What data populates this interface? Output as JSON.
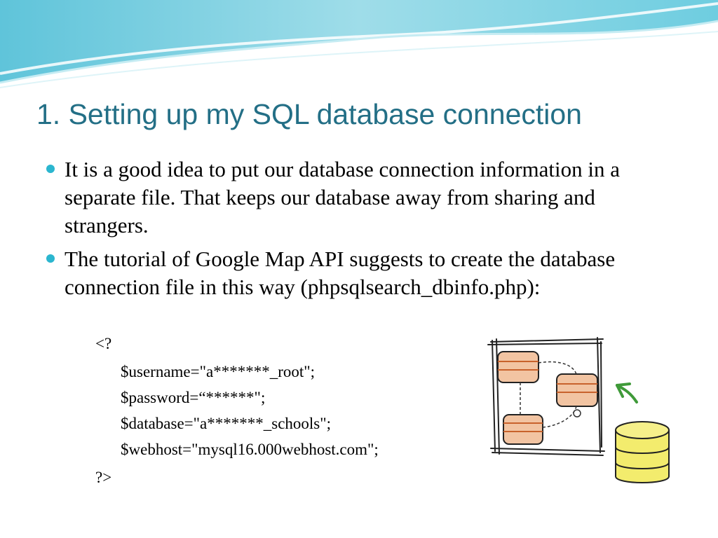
{
  "slide": {
    "title": "1. Setting up my SQL database connection",
    "bullets": [
      {
        "text": "It is a good idea to put our database connection information in a separate file. That keeps our database away from sharing and strangers."
      },
      {
        "text": "The tutorial of Google Map API suggests to create the database connection file in this way (phpsqlsearch_dbinfo.php):"
      }
    ],
    "code": {
      "open_tag": "<?",
      "lines": [
        "$username=\"a*******_root\";",
        "$password=“******\";",
        "$database=\"a*******_schools\";",
        "$webhost=\"mysql16.000webhost.com\";"
      ],
      "close_tag": "?>"
    },
    "clipart": {
      "name": "database-diagram-illustration"
    }
  },
  "colors": {
    "title": "#236f86",
    "bullet": "#2bb6cf",
    "table_fill": "#f2c4a2",
    "table_stroke": "#c8622c",
    "database_fill": "#f3ec6d",
    "arrow": "#3f9a39"
  }
}
